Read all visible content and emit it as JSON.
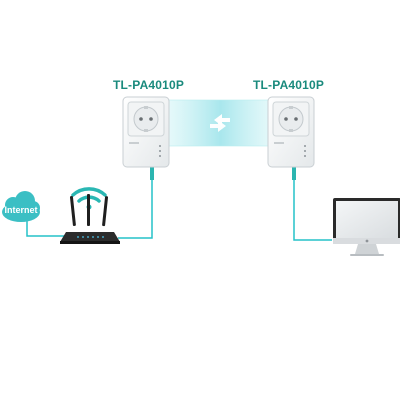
{
  "devices": {
    "left_adapter": {
      "model": "TL-PA4010P"
    },
    "right_adapter": {
      "model": "TL-PA4010P"
    },
    "internet": {
      "label": "Internet"
    },
    "router": {
      "name": "router"
    },
    "computer": {
      "name": "desktop computer"
    }
  },
  "icons": [
    "cloud-icon",
    "wifi-icon",
    "router-icon",
    "powerline-adapter-icon",
    "monitor-icon",
    "network-link-icon"
  ],
  "colors": {
    "accent": "#2ab7b3",
    "cable": "#25c2c9",
    "label": "#1a8a7d",
    "beam": "#aee9ee",
    "cloud": "#3bbfc4"
  }
}
